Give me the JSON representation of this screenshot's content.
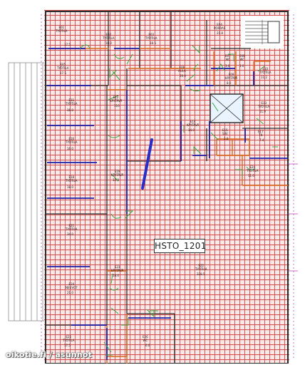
{
  "plan_label": "HSTO_1201",
  "watermark": "oikotie.fi / asunnot",
  "colors": {
    "grid": "#d44a4a",
    "room_fill": "#f9e9e9",
    "wall": "#2b2b2b",
    "partition": "#d86a1c",
    "door": "#3aa648",
    "glazing": "#1a1fa8",
    "perimeter": "#b03ab0"
  },
  "rooms": [
    {
      "code": "E01",
      "name": "TYÖTILA",
      "area": "17.5"
    },
    {
      "code": "E02",
      "name": "TYÖTILA",
      "area": "18.0"
    },
    {
      "code": "E03",
      "name": "TYÖTILA",
      "area": "18.5"
    },
    {
      "code": "E04",
      "name": "PORRAS",
      "area": "21.8"
    },
    {
      "code": "E05",
      "name": "TYÖTILA",
      "area": "17.5"
    },
    {
      "code": "E06",
      "name": "AULA",
      "area": "20.0"
    },
    {
      "code": "E07",
      "name": "WC",
      "area": "3.0"
    },
    {
      "code": "E08",
      "name": "WC",
      "area": "3.0"
    },
    {
      "code": "E09",
      "name": "KÄYTÄVÄ",
      "area": "8.0"
    },
    {
      "code": "E10",
      "name": "TYÖTILA",
      "area": "11.2"
    },
    {
      "code": "E11",
      "name": "TYÖTILA",
      "area": "16.0"
    },
    {
      "code": "E12",
      "name": "KÄYTÄVÄ",
      "area": "110"
    },
    {
      "code": "E13",
      "name": "TYÖTILA",
      "area": "11.9"
    },
    {
      "code": "E14",
      "name": "KÄYTÄVÄ",
      "area": "14.0"
    },
    {
      "code": "E15",
      "name": "SIIV",
      "area": "2.0"
    },
    {
      "code": "E16",
      "name": "TYÖTILA",
      "area": "16.0"
    },
    {
      "code": "E17",
      "name": "TK",
      "area": "7.4"
    },
    {
      "code": "E18",
      "name": "TYÖTILA",
      "area": "18.0"
    },
    {
      "code": "E19",
      "name": "KÄYTÄVÄ",
      "area": "12.0"
    },
    {
      "code": "E20",
      "name": "TYÖTILA",
      "area": "11.0"
    },
    {
      "code": "E21",
      "name": "TYÖTILA",
      "area": "34.0"
    },
    {
      "code": "E22",
      "name": "TYÖTILA",
      "area": "328.5"
    },
    {
      "code": "E23",
      "name": "KÄYTÄVÄ",
      "area": "18.0"
    },
    {
      "code": "E24",
      "name": "NEUVOT",
      "area": "21.0"
    },
    {
      "code": "E25",
      "name": "TYÖTILA",
      "area": "17.5"
    },
    {
      "code": "E26",
      "name": "WC",
      "area": "6.0"
    }
  ]
}
